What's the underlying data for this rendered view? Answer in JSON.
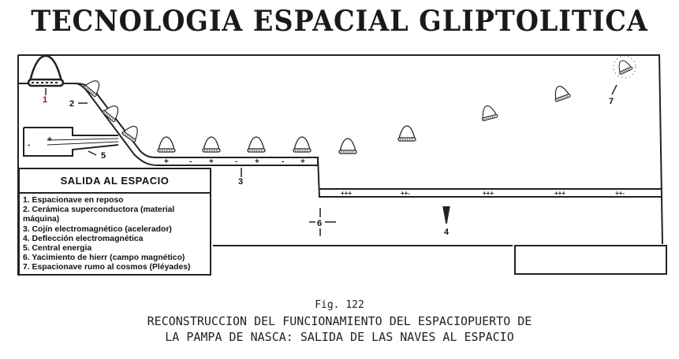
{
  "title": "TECNOLOGIA ESPACIAL GLIPTOLITICA",
  "diagram": {
    "labels": [
      "1",
      "2",
      "3",
      "4",
      "5",
      "6",
      "7"
    ],
    "chamber_signs": {
      "left": "-",
      "right": "+"
    },
    "track_signs": [
      "+",
      "-",
      "+",
      "-",
      "+",
      "-",
      "+"
    ],
    "lower_track_signs": [
      "+++",
      "++-",
      "+++",
      "+++",
      "++-"
    ]
  },
  "legend": {
    "title": "SALIDA AL ESPACIO",
    "items": [
      "1. Espacionave en reposo",
      "2. Cerámica superconductora (material máquina)",
      "3. Cojín electromagnético (acelerador)",
      "4. Deflección electromagnética",
      "5. Central energia",
      "6. Yacimiento de hierr (campo magnético)",
      "7. Espacionave rumo al cosmos (Pléyades)"
    ]
  },
  "caption": {
    "fig": "Fig. 122",
    "line1": "RECONSTRUCCION DEL FUNCIONAMIENTO DEL ESPACIOPUERTO DE",
    "line2": "LA PAMPA DE NASCA: SALIDA DE LAS NAVES AL ESPACIO"
  }
}
